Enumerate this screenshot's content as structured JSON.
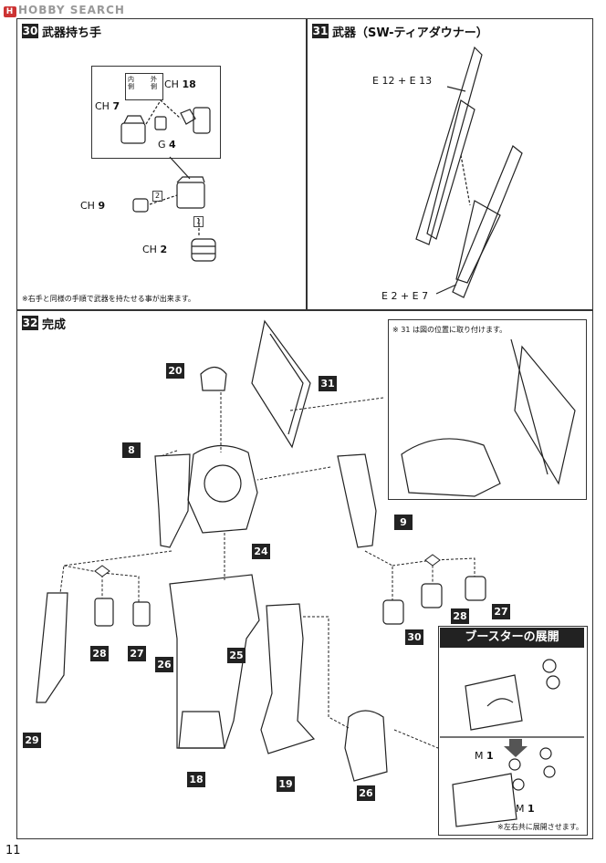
{
  "watermark": "HOBBY SEARCH",
  "page_number": "11",
  "steps": {
    "s30": {
      "num": "30",
      "title": "武器持ち手",
      "inner_label": "内側",
      "outer_label": "外側",
      "parts": {
        "ch18": "CH",
        "ch18n": "18",
        "ch7": "CH",
        "ch7n": "7",
        "g4": "G",
        "g4n": "4",
        "ch9": "CH",
        "ch9n": "9",
        "ch2": "CH",
        "ch2n": "2"
      },
      "box1": "1",
      "box2": "2",
      "note": "※右手と同様の手順で武器を持たせる事が出来ます。"
    },
    "s31": {
      "num": "31",
      "title": "武器（SW-ティアダウナー）",
      "part_top": "E 12 + E 13",
      "part_bottom": "E 2 + E 7"
    },
    "s32": {
      "num": "32",
      "title": "完成",
      "inset_note": "※ 31 は図の位置に取り付けます。",
      "tags": [
        "20",
        "31",
        "8",
        "9",
        "24",
        "28",
        "27",
        "30",
        "28",
        "27",
        "26",
        "25",
        "29",
        "18",
        "19",
        "26"
      ],
      "booster_title": "ブースターの展開",
      "m1a": "M",
      "m1an": "1",
      "m1b": "M",
      "m1bn": "1",
      "booster_note": "※左右共に展開させます。"
    }
  }
}
